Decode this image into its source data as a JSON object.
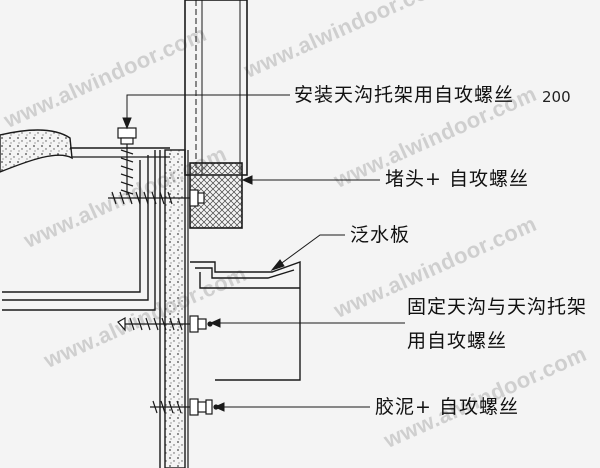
{
  "labels": {
    "bracket_screw": "安装天沟托架用自攻螺丝",
    "spacing_value": "200",
    "plug_screw": "堵头+ 自攻螺丝",
    "flashing": "泛水板",
    "fix_gutter_line1": "固定天沟与天沟托架",
    "fix_gutter_line2": "用自攻螺丝",
    "sealant_screw": "胶泥+ 自攻螺丝"
  },
  "watermark": "www.alwindoor.com",
  "colors": {
    "line": "#1a1a1a",
    "background": "#f4f4f4",
    "watermark": "#cfcfcf"
  }
}
